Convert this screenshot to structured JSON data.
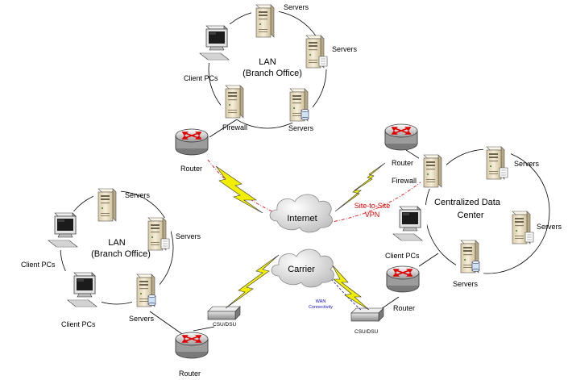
{
  "top_lan": {
    "title_line1": "LAN",
    "title_line2": "(Branch Office)",
    "servers_top": "Servers",
    "servers_right": "Servers",
    "servers_bottom": "Servers",
    "client_pcs": "Client PCs",
    "firewall": "Firewall",
    "router": "Router"
  },
  "left_lan": {
    "title_line1": "LAN",
    "title_line2": "(Branch Office)",
    "servers_top": "Servers",
    "servers_right": "Servers",
    "servers_bottom": "Servers",
    "client_pcs_top": "Client PCs",
    "client_pcs_bottom": "Client PCs",
    "router": "Router",
    "csu_dsu": "CSU/DSU"
  },
  "data_center": {
    "title_line1": "Centralized Data",
    "title_line2": "Center",
    "router_top": "Router",
    "firewall": "Firewall",
    "servers_top": "Servers",
    "servers_right": "Servers",
    "servers_bottom": "Servers",
    "client_pcs": "Client PCs",
    "router_bottom": "Router",
    "csu_dsu": "CSU/DSU"
  },
  "clouds": {
    "internet": "Internet",
    "carrier": "Carrier"
  },
  "annotations": {
    "vpn_line1": "Site-to-Site",
    "vpn_line2": "VPN",
    "wan_line1": "WAN",
    "wan_line2": "Connectivity"
  },
  "colors": {
    "vpn_text": "#e00000",
    "vpn_line": "#e00000",
    "wan_text": "#1010c0",
    "wan_line": "#1010c0",
    "lightning": "#f2ee00",
    "router_arrows": "#e00000",
    "server_body": "#f0e6cc"
  }
}
